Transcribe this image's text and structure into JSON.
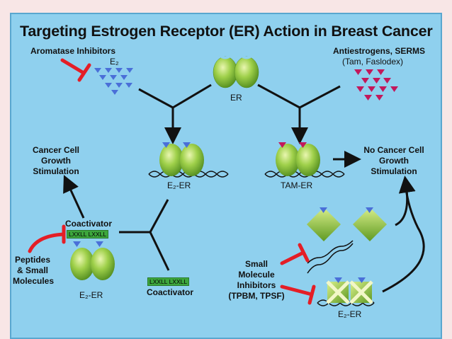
{
  "title": "Targeting Estrogen Receptor (ER) Action in Breast Cancer",
  "labels": {
    "aromatase_inhibitors": "Aromatase Inhibitors",
    "e2_top": "E₂",
    "antiestrogens": "Antiestrogens, SERMS",
    "antiestrogens_examples": "(Tam, Faslodex)",
    "er": "ER",
    "e2_er_center": "E₂-ER",
    "tam_er": "TAM-ER",
    "cancer_growth": [
      "Cancer Cell",
      "Growth",
      "Stimulation"
    ],
    "no_cancer_growth": [
      "No Cancer Cell",
      "Growth",
      "Stimulation"
    ],
    "coactivator_top": "Coactivator",
    "motif_left": "LXXLL LXXLL",
    "peptides": [
      "Peptides",
      "& Small",
      "Molecules"
    ],
    "e2_er_left": "E₂-ER",
    "motif_bottom": "LXXLL LXXLL",
    "coactivator_bottom": "Coactivator",
    "small_inhibitors": [
      "Small",
      "Molecule",
      "Inhibitors",
      "(TPBM, TPSF)"
    ],
    "e2_er_bottom": "E₂-ER"
  },
  "colors": {
    "background": "#8fd0ee",
    "receptor": "#8cc63f",
    "estrogen": "#4a6fd8",
    "antiestrogen": "#c2185b",
    "inhibitor": "#e41e26"
  }
}
